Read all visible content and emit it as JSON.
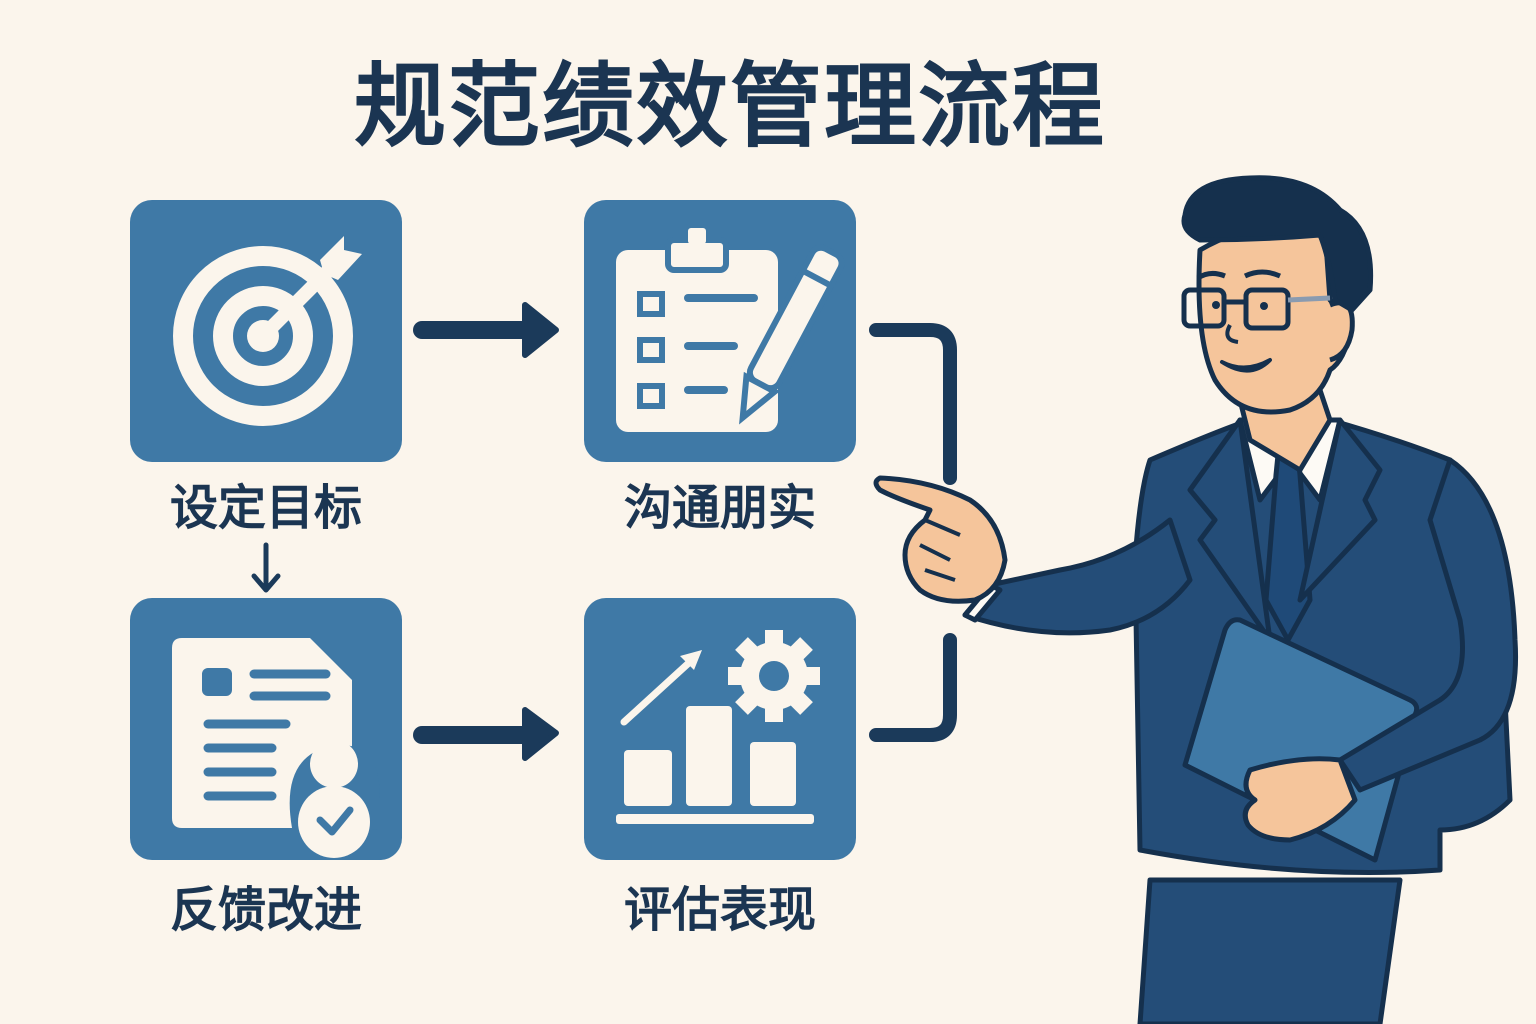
{
  "title": "规范绩效管理流程",
  "steps": [
    {
      "id": "set-goals",
      "label": "设定目标",
      "icon": "target-arrow-icon"
    },
    {
      "id": "communicate",
      "label": "沟通朋实",
      "icon": "clipboard-checklist-pencil-icon"
    },
    {
      "id": "feedback-improve",
      "label": "反馈改进",
      "icon": "document-user-check-icon"
    },
    {
      "id": "evaluate",
      "label": "评估表现",
      "icon": "bar-chart-gear-icon"
    }
  ],
  "colors": {
    "background": "#fbf5ec",
    "card": "#3f79a6",
    "text": "#1b3552",
    "icon": "#fbf5ec",
    "suit": "#244d78",
    "skin": "#f5c59b"
  },
  "connectors": [
    {
      "from": "set-goals",
      "to": "communicate",
      "type": "right-arrow"
    },
    {
      "from": "set-goals",
      "to": "feedback-improve",
      "type": "down-arrow"
    },
    {
      "from": "feedback-improve",
      "to": "evaluate",
      "type": "right-arrow"
    },
    {
      "from": "communicate",
      "to": "evaluate",
      "type": "bracket"
    }
  ],
  "illustration": "businessman-pointing-with-folder"
}
